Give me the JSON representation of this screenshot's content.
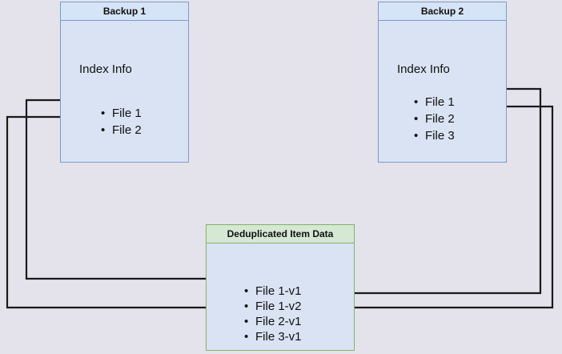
{
  "diagram": {
    "title": "Backup deduplication index diagram",
    "background_color": "#e4e2ea",
    "colors": {
      "blue_fill": "#dae3f3",
      "blue_header": "#d5e4f7",
      "blue_border": "#7a9ccd",
      "green_header": "#d5e8d4",
      "green_border": "#82b366",
      "wire": "#1a1a1a",
      "text": "#101010"
    }
  },
  "backup1": {
    "header": "Backup 1",
    "index_label": "Index Info",
    "files": [
      {
        "label": "File 1"
      },
      {
        "label": "File 2"
      }
    ]
  },
  "backup2": {
    "header": "Backup 2",
    "index_label": "Index Info",
    "files": [
      {
        "label": "File 1"
      },
      {
        "label": "File 2"
      },
      {
        "label": "File 3"
      }
    ]
  },
  "dedup": {
    "header": "Deduplicated Item Data",
    "items": [
      {
        "label": "File 1-v1"
      },
      {
        "label": "File 1-v2"
      },
      {
        "label": "File 2-v1"
      },
      {
        "label": "File 3-v1"
      }
    ]
  },
  "connectors": [
    {
      "name": "backup1-file1-to-file1v1",
      "from": "Backup 1 / File 1",
      "to": "Deduplicated Item Data / File 1-v1",
      "direction": "left-route"
    },
    {
      "name": "backup1-file2-to-file2v1",
      "from": "Backup 1 / File 2",
      "to": "Deduplicated Item Data / File 2-v1",
      "direction": "left-route"
    },
    {
      "name": "backup2-file1-to-file1v2",
      "from": "Backup 2 / File 1",
      "to": "Deduplicated Item Data / File 1-v2",
      "direction": "right-route"
    },
    {
      "name": "backup2-file2-to-file2v1",
      "from": "Backup 2 / File 2",
      "to": "Deduplicated Item Data / File 2-v1",
      "direction": "right-route"
    }
  ]
}
